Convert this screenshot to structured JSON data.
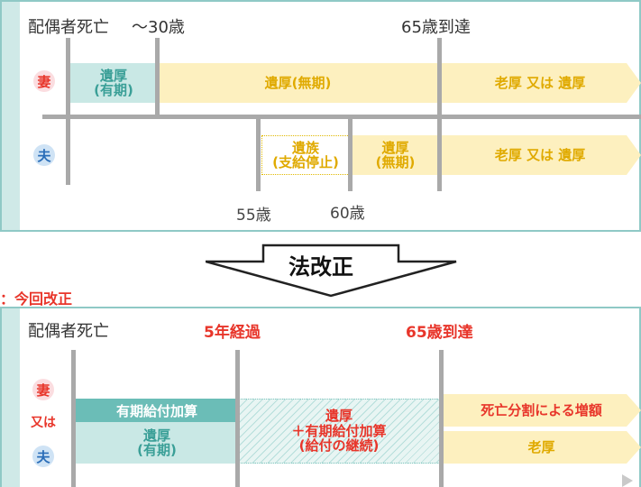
{
  "top": {
    "header_death": "配偶者死亡",
    "header_30": "～30歳",
    "header_65": "65歳到達",
    "wife": {
      "label": "妻",
      "seg1": "遺厚\n(有期)",
      "seg2": "遺厚(無期)",
      "seg3": "老厚 又は 遺厚"
    },
    "husband": {
      "label": "夫",
      "seg1": "遺族\n(支給停止)",
      "seg2": "遺厚\n(無期)",
      "seg3": "老厚 又は 遺厚"
    },
    "age_55": "55歳",
    "age_60": "60歳"
  },
  "middle": {
    "reform_label": "法改正",
    "legend_label": "：今回改正"
  },
  "bottom": {
    "header_death": "配偶者死亡",
    "header_5y": "5年経過",
    "header_65": "65歳到達",
    "wife_label": "妻",
    "or_label": "又は",
    "husband_label": "夫",
    "seg1_top": "有期給付加算",
    "seg1_bottom": "遺厚\n(有期)",
    "seg2": "遺厚\n＋有期給付加算\n(給付の継続)",
    "seg3_top": "死亡分割による増額",
    "seg3_bottom": "老厚"
  },
  "colors": {
    "yellow_fill": "#fdf0bf",
    "yellow_text": "#e0aa00",
    "teal_fill": "#c9e8e5",
    "teal_dark": "#6bbdb7",
    "teal_text": "#3a9f97",
    "red": "#e8352a",
    "grey_line": "#a9a9a9",
    "panel_border": "#8fc9c6"
  }
}
